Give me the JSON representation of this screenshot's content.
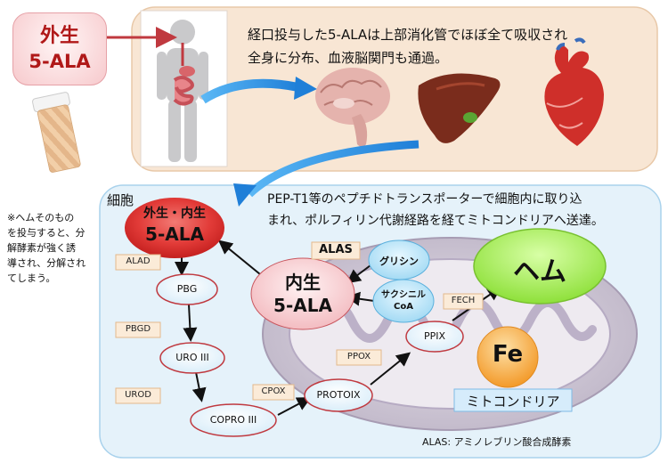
{
  "exo": {
    "line1": "外生",
    "line2": "5-ALA"
  },
  "absorption_text": {
    "line1": "経口投与した5-ALAは上部消化管でほぼ全て吸収され",
    "line2": "全身に分布、血液脳関門も通過。"
  },
  "note": {
    "line1": "※ヘムそのもの",
    "line2": "を投与すると、分",
    "line3": "解酵素が強く誘",
    "line4": "導され、分解され",
    "line5": "てしまう。"
  },
  "cell_label": "細胞",
  "transport_text": {
    "line1": "PEP-T1等のペプチドトランスポーターで細胞内に取り込",
    "line2": "まれ、ポルフィリン代謝経路を経てミトコンドリアへ送達。"
  },
  "exo_endo": {
    "line1": "外生・内生",
    "line2": "5-ALA"
  },
  "endo": {
    "line1": "内生",
    "line2": "5-ALA"
  },
  "metabolites": {
    "pbg": "PBG",
    "uro": "URO III",
    "copro": "COPRO III",
    "protoix": "PROTOIX",
    "ppix": "PPIX"
  },
  "enzymes": {
    "alad": "ALAD",
    "pbgd": "PBGD",
    "urod": "UROD",
    "cpox": "CPOX",
    "ppox": "PPOX",
    "fech": "FECH",
    "alas": "ALAS"
  },
  "substrates": {
    "glycine": "グリシン",
    "succinyl_line1": "サクシニル",
    "succinyl_line2": "CoA"
  },
  "heme": "ヘム",
  "fe": "Fe",
  "mito_label": "ミトコンドリア",
  "footnote": "ALAS: アミノレブリン酸合成酵素",
  "colors": {
    "top_panel": "#f8e6d4",
    "cell_panel": "#e5f2fa",
    "red_gradient": "#e23b38",
    "pink": "#f7cfd2",
    "heme_green": "#a9ee58",
    "fe_orange": "#f6b04d",
    "arrow_blue": "#1f8de0"
  }
}
